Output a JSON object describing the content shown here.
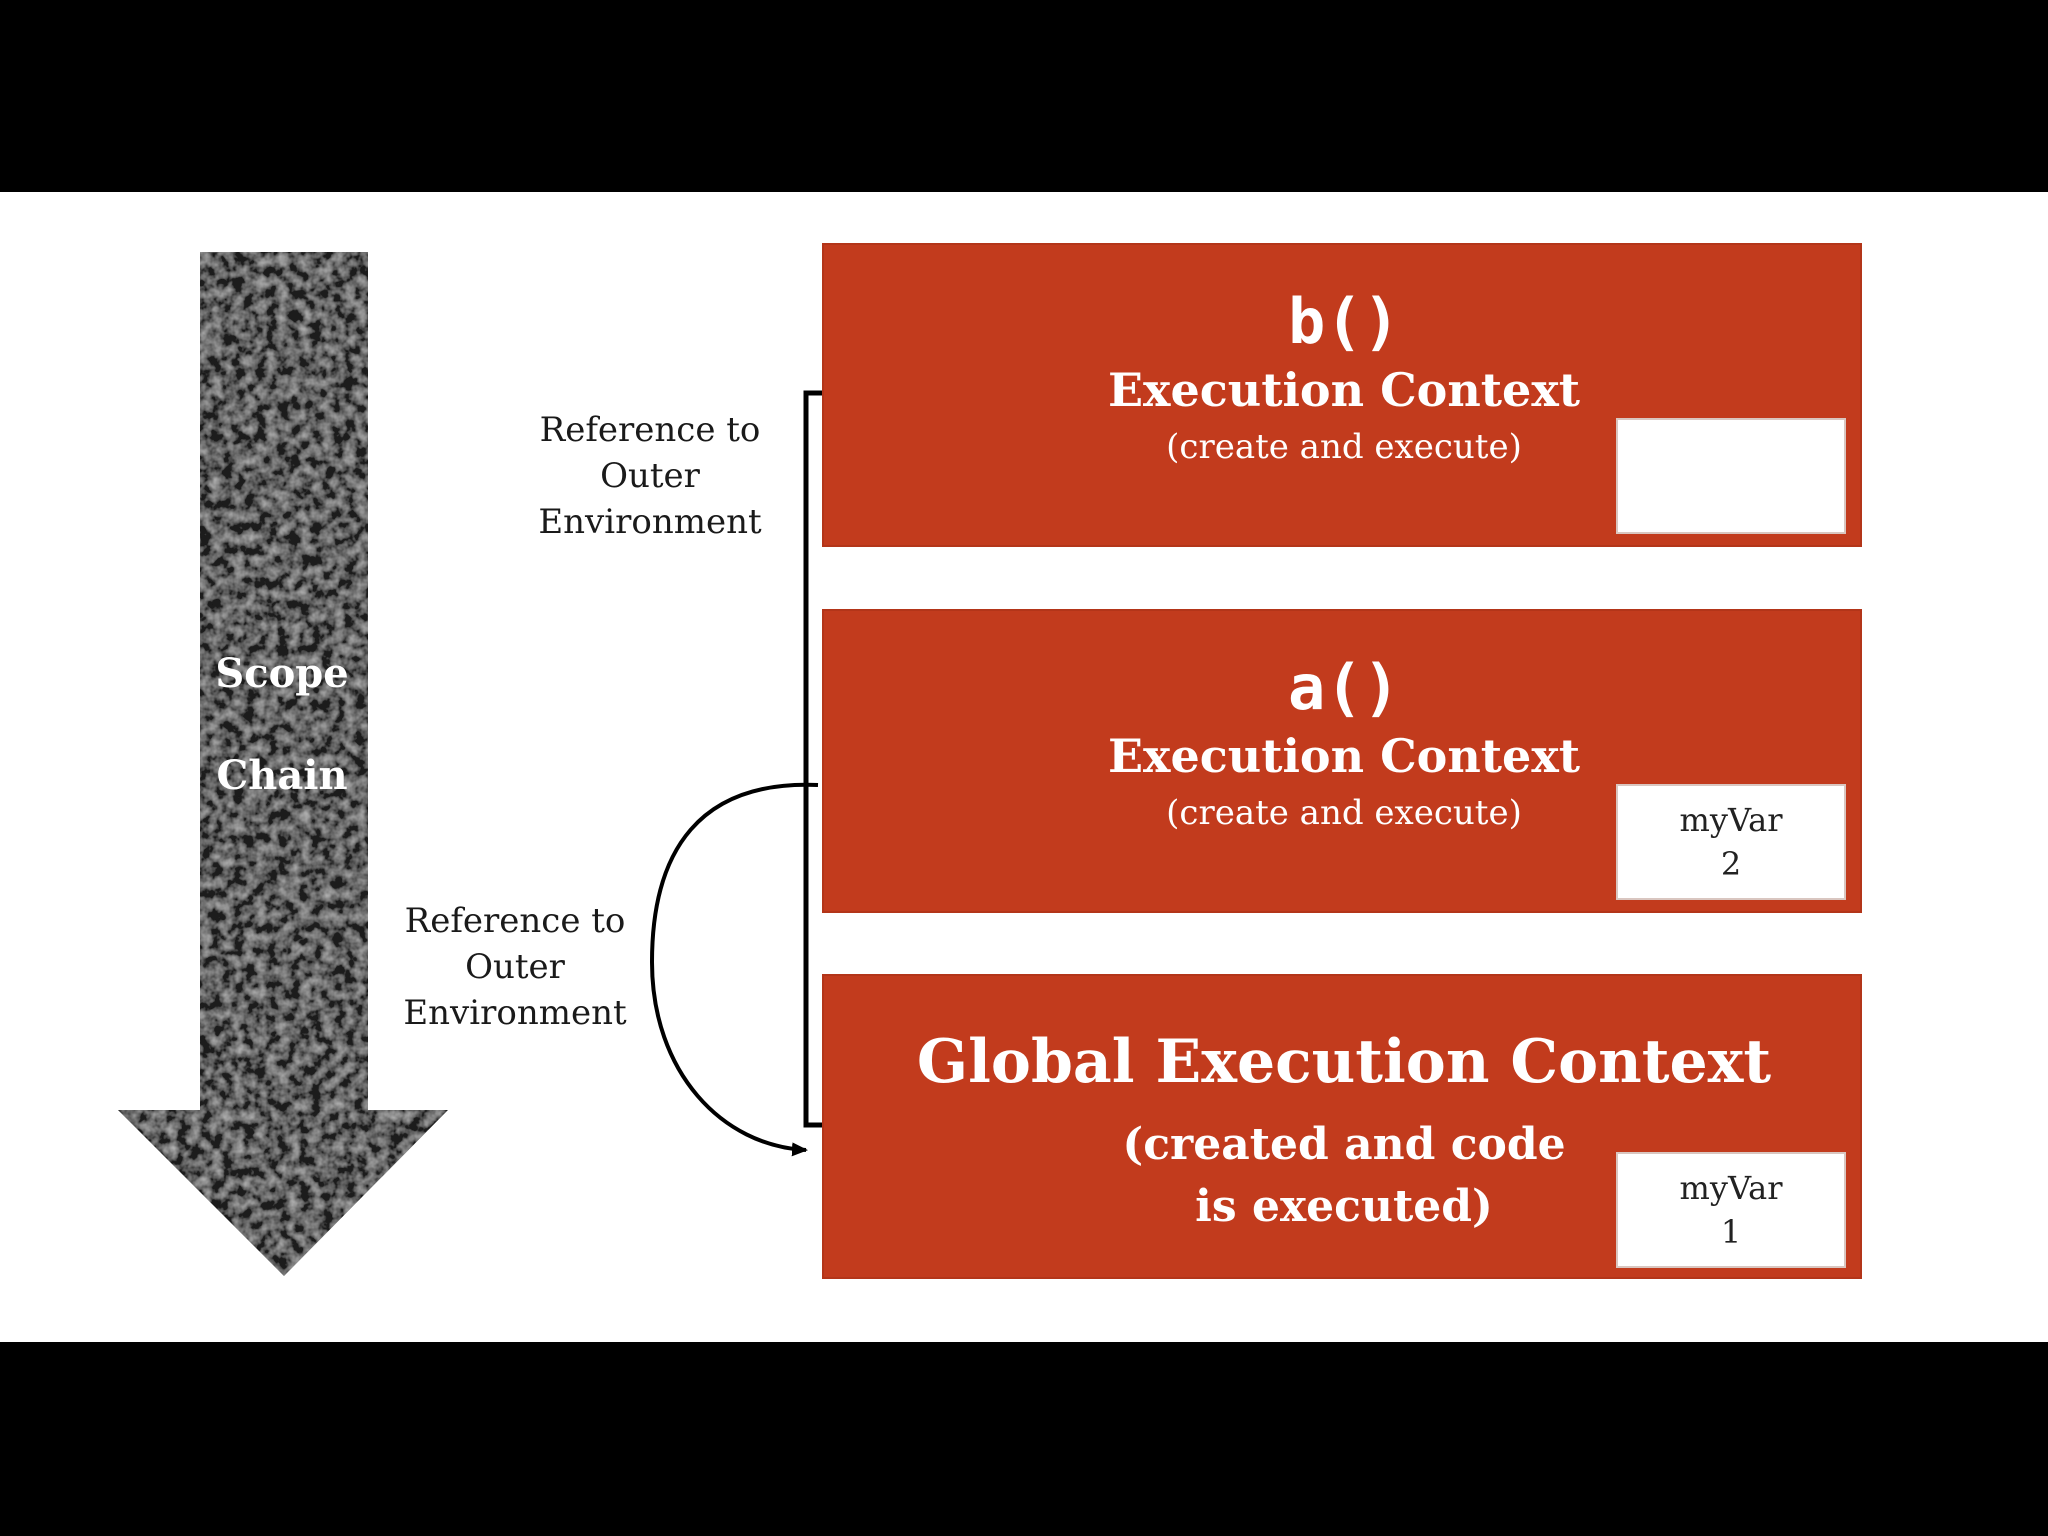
{
  "scope_chain": {
    "label_line1": "Scope",
    "label_line2": "Chain"
  },
  "contexts": {
    "b": {
      "title": "b()",
      "subtitle": "Execution Context",
      "note": "(create and execute)",
      "var_name": "",
      "var_value": ""
    },
    "a": {
      "title": "a()",
      "subtitle": "Execution Context",
      "note": "(create and execute)",
      "var_name": "myVar",
      "var_value": "2"
    },
    "global": {
      "title": "Global Execution Context",
      "note_line1": "(created and code",
      "note_line2": "is executed)",
      "var_name": "myVar",
      "var_value": "1"
    }
  },
  "references": {
    "top": {
      "line1": "Reference to",
      "line2": "Outer",
      "line3": "Environment"
    },
    "bottom": {
      "line1": "Reference to",
      "line2": "Outer",
      "line3": "Environment"
    }
  },
  "colors": {
    "context_fill": "#c23b1d",
    "letterbox": "#000000",
    "slide_bg": "#ffffff"
  }
}
